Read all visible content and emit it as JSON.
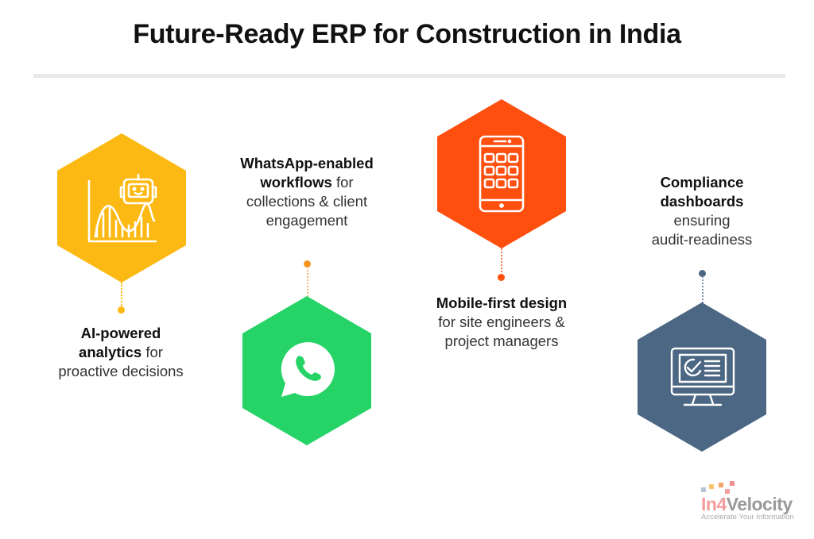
{
  "header": {
    "title": "Future-Ready ERP for Construction in India"
  },
  "features": [
    {
      "id": "ai-analytics",
      "bold": "AI-powered analytics",
      "bold_line1": "AI-powered",
      "bold_line2": "analytics",
      "rest_line2": " for",
      "rest_line3": "proactive decisions",
      "color": "#FDB913",
      "icon": "robot-chart-icon"
    },
    {
      "id": "whatsapp-workflows",
      "bold_line1": "WhatsApp-enabled",
      "bold_line2": "workflows",
      "rest_line2": " for",
      "rest_line3": "collections & client",
      "rest_line4": "engagement",
      "color": "#25D366",
      "icon": "whatsapp-icon"
    },
    {
      "id": "mobile-first",
      "bold_line1": "Mobile-first design",
      "rest_line2": "for site engineers &",
      "rest_line3": "project managers",
      "color": "#FF4F0F",
      "icon": "smartphone-apps-icon"
    },
    {
      "id": "compliance-dashboards",
      "bold_line1": "Compliance",
      "bold_line2": "dashboards",
      "rest_line3": "ensuring",
      "rest_line4": "audit-readiness",
      "color": "#4B6784",
      "icon": "monitor-checklist-icon"
    }
  ],
  "logo": {
    "name_part1": "In4",
    "name_part2": "Velocity",
    "tagline": "Accelerate Your Information"
  }
}
